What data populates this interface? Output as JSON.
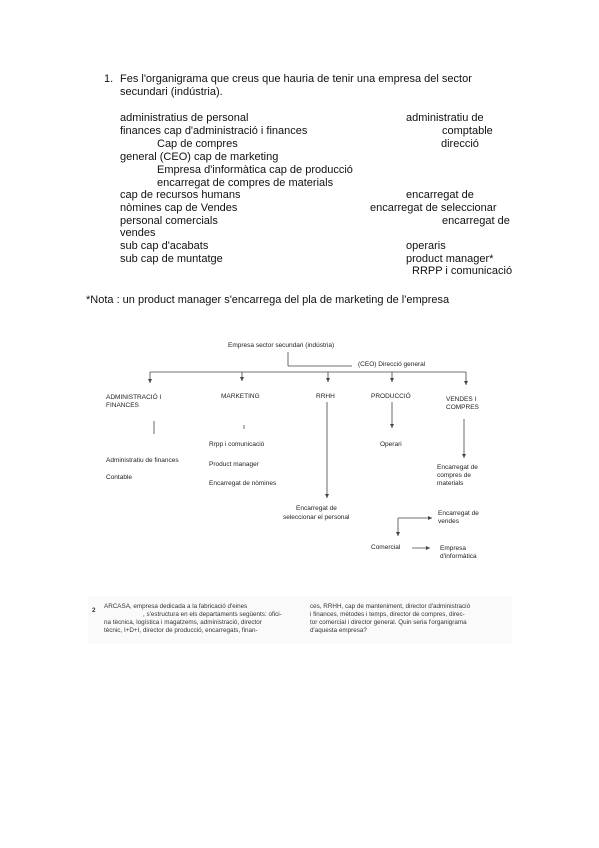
{
  "question1": {
    "number": "1.",
    "line1": "Fes l'organigrama que creus que hauria de tenir una empresa del sector",
    "line2": "secundari (indústria)."
  },
  "list": [
    {
      "text": "administratius de personal"
    },
    {
      "text": "administratiu de"
    },
    {
      "text": "finances cap d'administració i finances"
    },
    {
      "text": "comptable"
    },
    {
      "text": "Cap de compres"
    },
    {
      "text": "direcció"
    },
    {
      "text": "general (CEO) cap de marketing"
    },
    {
      "text": "Empresa d'informàtica cap de producció"
    },
    {
      "text": "encarregat de compres de materials"
    },
    {
      "text": "cap de recursos humans"
    },
    {
      "text": "encarregat de"
    },
    {
      "text": "nòmines cap de Vendes"
    },
    {
      "text": "encarregat de seleccionar"
    },
    {
      "text": "personal comercials"
    },
    {
      "text": "encarregat de"
    },
    {
      "text": "vendes"
    },
    {
      "text": "sub cap d'acabats"
    },
    {
      "text": "operaris"
    },
    {
      "text": "sub cap de muntatge"
    },
    {
      "text": "product manager*"
    },
    {
      "text": "RRPP i comunicació"
    }
  ],
  "note": "*Nota : un product manager s'encarrega del pla de marketing de l'empresa",
  "orgchart": {
    "title": "Empresa sector secundari (indústria)",
    "ceo": "(CEO) Direcció general",
    "departments": {
      "admin_line1": "ADMINISTRACIÓ I",
      "admin_line2": "FINANCES",
      "marketing": "MARKETING",
      "rrhh": "RRHH",
      "produccio": "PRODUCCIÓ",
      "vendes_line1": "VENDES I",
      "vendes_line2": "COMPRES"
    },
    "admin_items": [
      "Administratiu de finances",
      "Contable"
    ],
    "marketing_items": [
      "Rrpp i comunicació",
      "Product manager",
      "Encarregat de nòmines"
    ],
    "rrhh_item_line1": "Encarregat de",
    "rrhh_item_line2": "seleccionar el personal",
    "produccio_item": "Operari",
    "vendes_item": {
      "line1": "Encarregat de",
      "line2": "compres de",
      "line3": "materials"
    },
    "vendes2": {
      "line1": "Encarregat de",
      "line2": "vendes"
    },
    "comercial": "Comercial",
    "informatica": {
      "line1": "Empresa",
      "line2": "d'informàtica"
    }
  },
  "question2": {
    "number": "2",
    "left": [
      "ARCASA, empresa dedicada a la fabricació d'eines",
      ", s'estructura en els departaments següents: ofici-",
      "na tècnica, logística i magatzems, administració, director",
      "tècnic, I+D+I, director de producció, encarregats, finan-"
    ],
    "right": [
      "ces, RRHH, cap de manteniment, director d'administració",
      "i finances, mètodes i temps, director de compres, direc-",
      "tor comercial i director general. Quin seria l'organigrama",
      "d'aquesta empresa?"
    ]
  }
}
